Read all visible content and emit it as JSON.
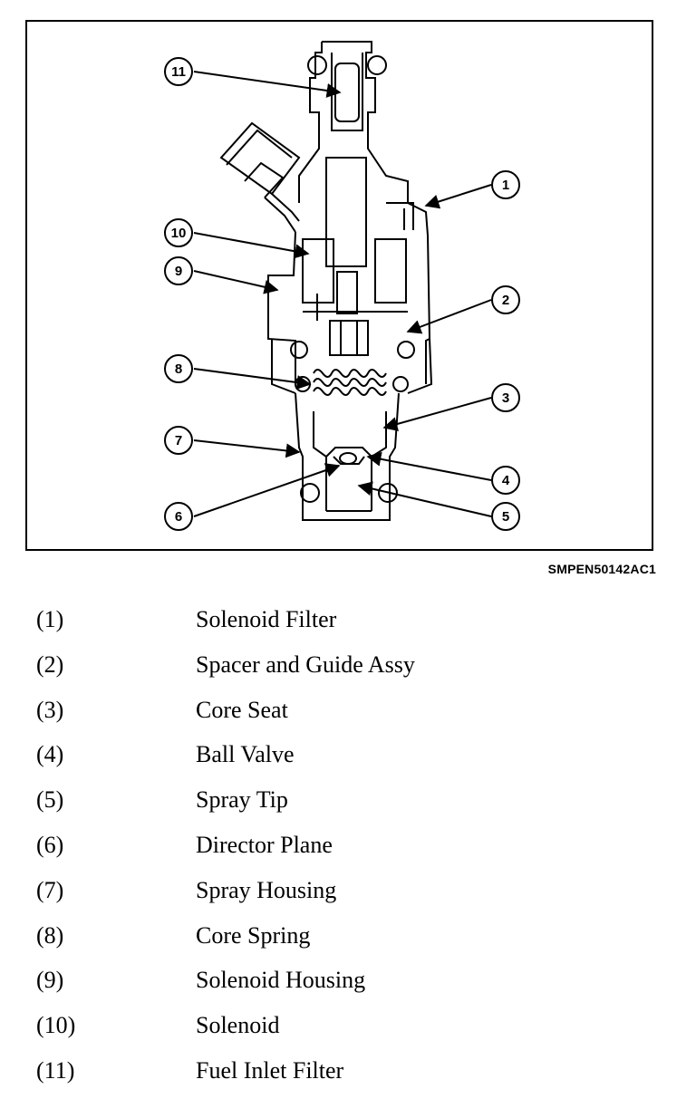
{
  "figure": {
    "code": "SMPEN50142AC1",
    "callouts": [
      "1",
      "2",
      "3",
      "4",
      "5",
      "6",
      "7",
      "8",
      "9",
      "10",
      "11"
    ]
  },
  "legend": [
    {
      "num": "(1)",
      "name": "Solenoid Filter"
    },
    {
      "num": "(2)",
      "name": "Spacer and Guide Assy"
    },
    {
      "num": "(3)",
      "name": "Core Seat"
    },
    {
      "num": "(4)",
      "name": "Ball Valve"
    },
    {
      "num": "(5)",
      "name": "Spray Tip"
    },
    {
      "num": "(6)",
      "name": "Director Plane"
    },
    {
      "num": "(7)",
      "name": "Spray Housing"
    },
    {
      "num": "(8)",
      "name": "Core Spring"
    },
    {
      "num": "(9)",
      "name": "Solenoid Housing"
    },
    {
      "num": "(10)",
      "name": "Solenoid"
    },
    {
      "num": "(11)",
      "name": "Fuel Inlet Filter"
    }
  ]
}
